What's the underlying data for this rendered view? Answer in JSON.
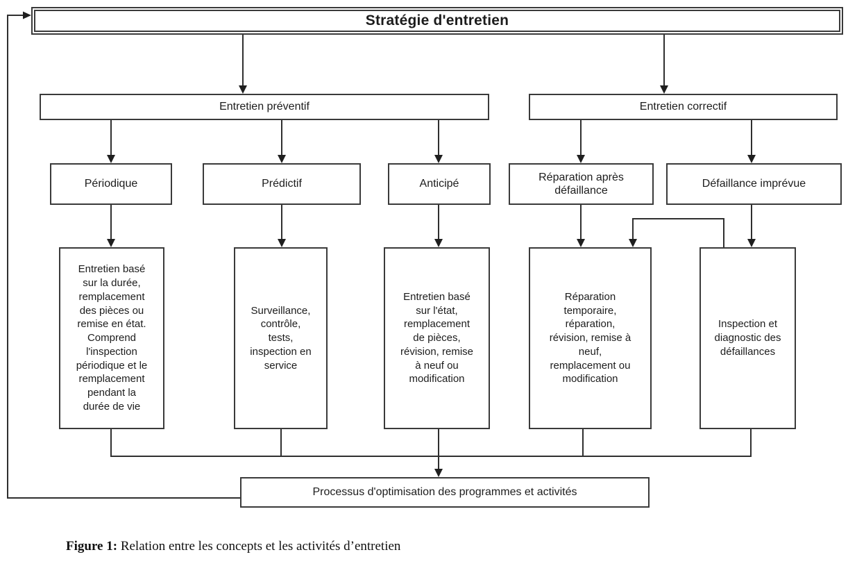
{
  "diagram": {
    "title": "Stratégie d'entretien",
    "level2": {
      "preventif": "Entretien préventif",
      "correctif": "Entretien correctif"
    },
    "level3": {
      "periodique": "Périodique",
      "predictif": "Prédictif",
      "anticipe": "Anticipé",
      "reparation_apres": "Réparation après\ndéfaillance",
      "defaillance_imprevue": "Défaillance imprévue"
    },
    "details": {
      "periodique": "Entretien basé\nsur la durée,\nremplacement\ndes pièces ou\nremise en état.\nComprend\nl'inspection\npériodique et le\nremplacement\npendant la\ndurée de vie",
      "predictif": "Surveillance,\ncontrôle,\ntests,\ninspection en\nservice",
      "anticipe": "Entretien basé\nsur l'état,\nremplacement\nde pièces,\nrévision, remise\nà neuf ou\nmodification",
      "reparation": "Réparation\ntemporaire,\nréparation,\nrévision, remise à\nneuf,\nremplacement ou\nmodification",
      "inspection": "Inspection et\ndiagnostic des\ndéfaillances"
    },
    "optimisation": "Processus d'optimisation des programmes et activités",
    "caption": {
      "label": "Figure 1:",
      "text": " Relation entre les concepts et les activités d’entretien"
    },
    "line_color": "#2f2f2f"
  }
}
